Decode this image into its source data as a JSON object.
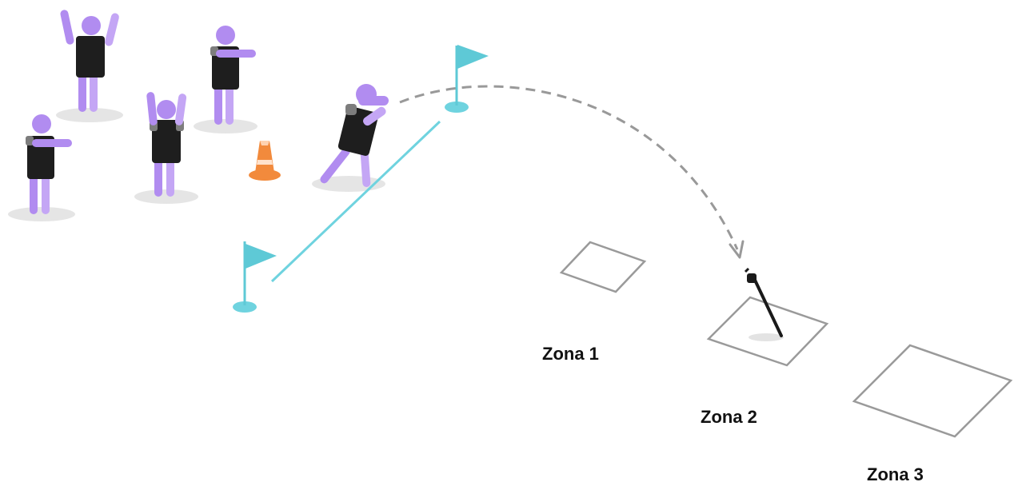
{
  "zones": [
    {
      "label": "Zona 1"
    },
    {
      "label": "Zona 2"
    },
    {
      "label": "Zona 3"
    }
  ],
  "colors": {
    "player_body": "#b18cf0",
    "player_body_dark": "#9c72e8",
    "bib": "#1e1e1e",
    "bib_shoulder": "#7d7d7d",
    "flag": "#5ec9d6",
    "flag_base": "#6fd3df",
    "boundary_line": "#6fd3df",
    "cone": "#f28a3c",
    "cone_stripe": "#ffe2cc",
    "shadow": "#e5e5e5",
    "zone_outline": "#9a9a9a",
    "trajectory": "#999999",
    "javelin": "#1a1a1a"
  },
  "icons": [
    "player-figure",
    "flag-icon",
    "cone-icon",
    "javelin-icon",
    "trajectory-arrow"
  ]
}
